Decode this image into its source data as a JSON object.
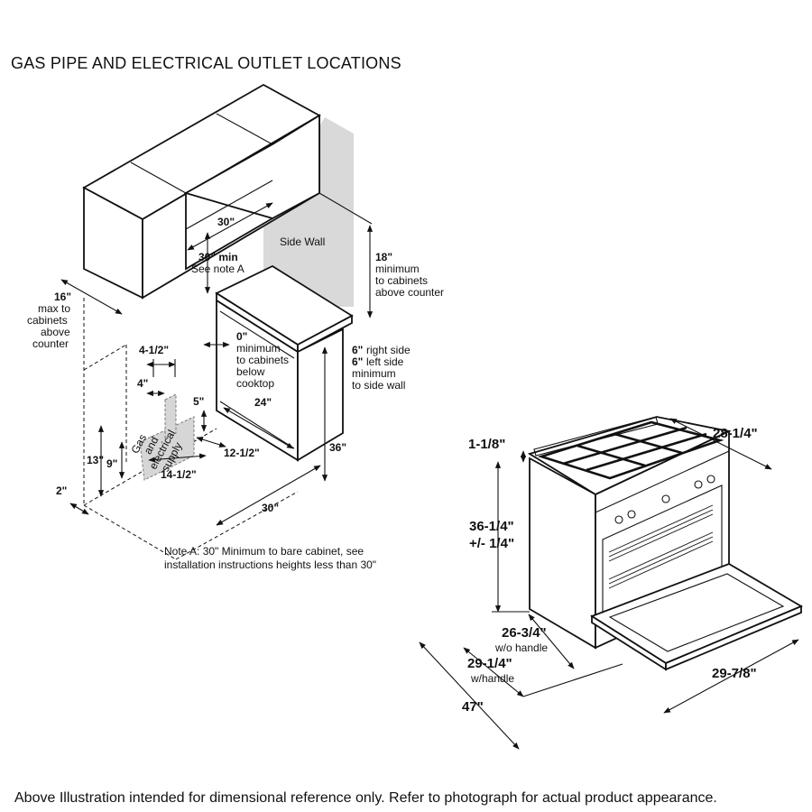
{
  "title": "GAS PIPE AND ELECTRICAL OUTLET LOCATIONS",
  "footer": "Above Illustration intended for dimensional reference only. Refer to photograph for actual product appearance.",
  "install": {
    "side_wall": "Side Wall",
    "hood_width": "30\"",
    "clearance_above": "30\" min",
    "see_note": "See note A",
    "max_cabinets_val": "16\"",
    "max_cabinets_lines": [
      "max to",
      "cabinets",
      "above",
      "counter"
    ],
    "min_cabinets_val": "18\"",
    "min_cabinets_lines": [
      "minimum",
      "to cabinets",
      "above counter"
    ],
    "zero_val": "0\"",
    "zero_lines": [
      "minimum",
      "to cabinets",
      "below",
      "cooktop"
    ],
    "side_right_val": "6\"",
    "side_right_text": "right side",
    "side_left_val": "6\"",
    "side_left_text": "left side",
    "side_wall_lines": [
      "minimum",
      "to side wall"
    ],
    "counter_depth": "24\"",
    "counter_height": "36\"",
    "opening_width": "30\"",
    "d_4_5": "4-1/2\"",
    "d_4": "4\"",
    "d_5": "5\"",
    "d_13": "13\"",
    "d_9": "9\"",
    "d_2": "2\"",
    "d_12_5": "12-1/2\"",
    "d_14_5": "14-1/2\"",
    "supply_lines": [
      "Gas",
      "and",
      "electrical",
      "supply"
    ],
    "note_a_lines": [
      "Note A: 30\" Minimum to bare cabinet, see",
      "installation instructions heights less than 30\""
    ]
  },
  "range": {
    "grate_height": "1-1/8\"",
    "width": "28-1/4\"",
    "height": "36-1/4\"",
    "height_tol": "+/- 1/4\"",
    "depth_no_handle": "26-3/4\"",
    "depth_no_handle_note": "w/o handle",
    "depth_handle": "29-1/4\"",
    "depth_handle_note": "w/handle",
    "depth_door_open": "47\"",
    "width_overall": "29-7/8\""
  }
}
